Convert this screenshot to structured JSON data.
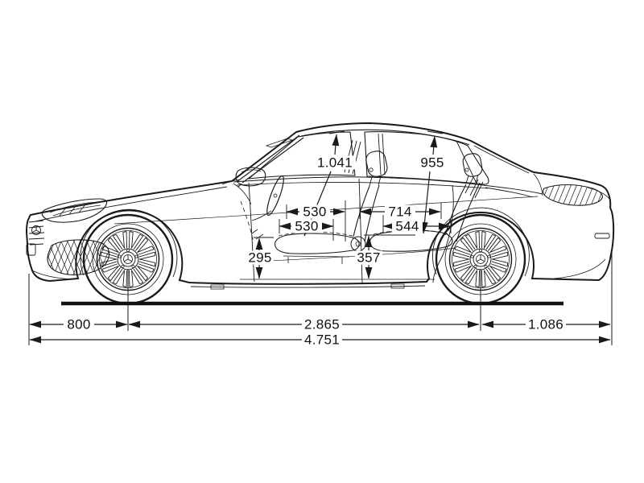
{
  "diagram": {
    "background": "#ffffff",
    "line_color": "#1a1a1a",
    "subject": "sedan-side-view-dimension-drawing"
  },
  "dimensions": {
    "interior": {
      "front_height": "1.041",
      "rear_height": "955",
      "front_upper": "530",
      "front_lower": "530",
      "rear_upper": "714",
      "rear_lower": "544",
      "front_seat_height": "295",
      "rear_seat_height": "357"
    },
    "exterior": {
      "front_overhang": "800",
      "wheelbase": "2.865",
      "rear_overhang": "1.086",
      "overall_length": "4.751"
    }
  }
}
